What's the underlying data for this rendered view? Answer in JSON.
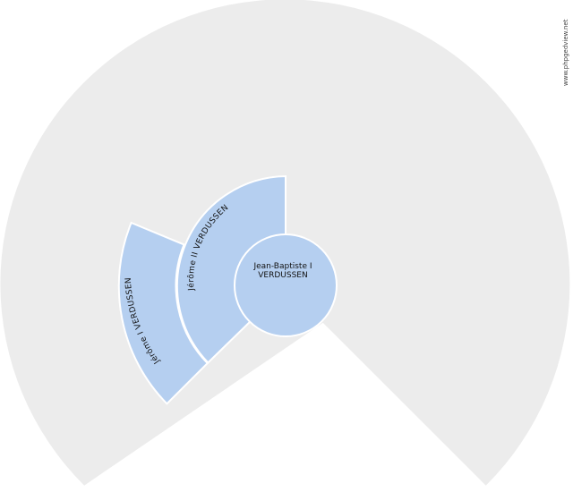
{
  "watermark": "www.phpgedview.net",
  "colors": {
    "background_fan": "#ececec",
    "person_fill": "#b5cff0",
    "separator": "#ffffff",
    "text": "#111111"
  },
  "root": {
    "line1": "Jean-Baptiste I",
    "line2": "VERDUSSEN"
  },
  "generations": [
    {
      "level": 1,
      "name": "Jérôme II VERDUSSEN"
    },
    {
      "level": 2,
      "name": "Jérôme I VERDUSSEN"
    }
  ]
}
